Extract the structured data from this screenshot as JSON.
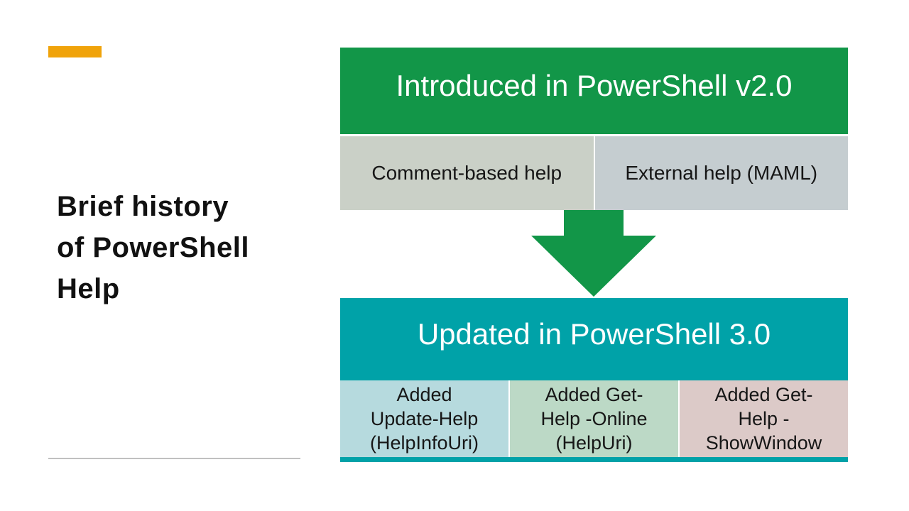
{
  "slide": {
    "title": "Brief history of PowerShell Help",
    "title_lines": [
      "Brief history",
      "of PowerShell",
      "Help"
    ],
    "accent_color": "#F0A30A",
    "divider_color": "#C0C0C0"
  },
  "v2_table": {
    "header_label": "Introduced in PowerShell v2.0",
    "header_bg": "#129648",
    "header_text_color": "#FFFFFF",
    "cells": [
      {
        "label": "Comment-based help",
        "bg": "#CAD0C7"
      },
      {
        "label": "External help (MAML)",
        "bg": "#C5CDD0"
      }
    ]
  },
  "arrow": {
    "direction": "down",
    "color": "#129648"
  },
  "v3_table": {
    "header_label": "Updated in PowerShell 3.0",
    "header_bg": "#00A2A8",
    "header_text_color": "#FFFFFF",
    "cells": [
      {
        "label": "Added Update-Help (HelpInfoUri)",
        "bg": "#B6DADE"
      },
      {
        "label": "Added Get-Help -Online (HelpUri)",
        "bg": "#BCD9C6"
      },
      {
        "label": "Added Get-Help -ShowWindow",
        "bg": "#DCCAC8"
      }
    ],
    "accent_strip_color": "#00A2A8"
  }
}
